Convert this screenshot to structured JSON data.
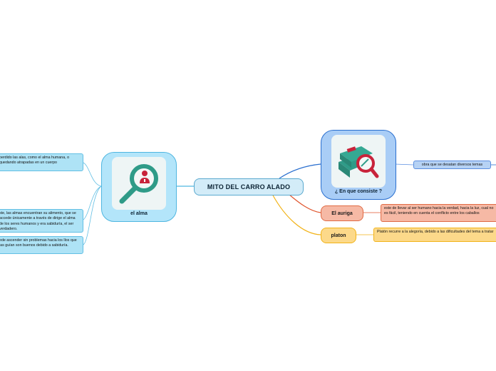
{
  "central": {
    "title": "MITO DEL CARRO ALADO"
  },
  "alma": {
    "title": "el alma",
    "icon": "magnifier-person-icon",
    "notes": [
      "perdido las alas, como el alma humana, o quedando atrapadas en un cuerpo",
      "ste, las almas encuentran su alimento, que se accede únicamente a través de dirige el alma de los seres humanos y era sabiduría, el ser verdadero.",
      "ede ascender sin problemas hacia los llos que las guían son buenos debido a sabiduría."
    ]
  },
  "consiste": {
    "title": "¿ En que consiste ?",
    "icon": "books-magnifier-icon",
    "note": "obra que se desatan diversos temas"
  },
  "auriga": {
    "title": "El auriga",
    "note": "este de llevar al ser humano hacia la verdad, hacia la luz, cual no es fácil, teniendo en cuenta el conflicto entre los caballos"
  },
  "platon": {
    "title": "platon",
    "note": "Platón recurre a la alegoría, debido a las dificultades del tema a tratar"
  },
  "colors": {
    "alma": "#b3e5fa",
    "consiste": "#a9cdf6",
    "auriga": "#f6b9a5",
    "platon": "#fcd98a",
    "central": "#d3ecf8"
  }
}
